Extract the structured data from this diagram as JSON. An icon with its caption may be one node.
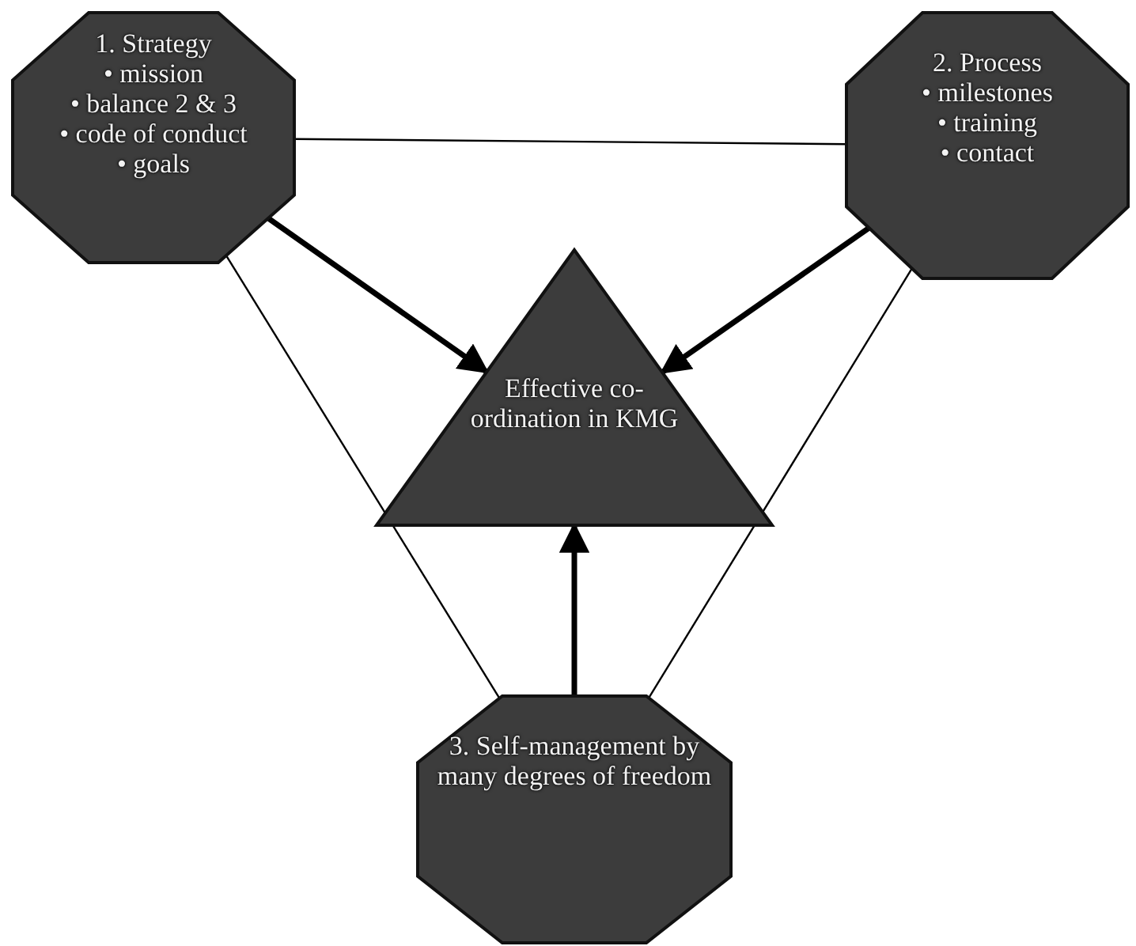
{
  "diagram": {
    "nodes": [
      {
        "text": [
          "1. Strategy",
          "• mission",
          "• balance 2 & 3",
          "• code of conduct",
          "• goals"
        ]
      },
      {
        "text": [
          "2. Process",
          "• milestones",
          "• training",
          "• contact"
        ]
      },
      {
        "text": [
          "Effective co-ordination in KMG"
        ]
      },
      {
        "text": [
          "3. Self-management by many degrees of freedom"
        ]
      }
    ],
    "edges": [
      {
        "from": 0,
        "to": 1,
        "arrow": "none"
      },
      {
        "from": 0,
        "to": 2,
        "arrow": "to",
        "style": "thick"
      },
      {
        "from": 1,
        "to": 2,
        "arrow": "to",
        "style": "thick"
      },
      {
        "from": 0,
        "to": 3,
        "arrow": "none"
      },
      {
        "from": 1,
        "to": 3,
        "arrow": "none"
      },
      {
        "from": 3,
        "to": 2,
        "arrow": "to",
        "style": "thick"
      }
    ]
  }
}
